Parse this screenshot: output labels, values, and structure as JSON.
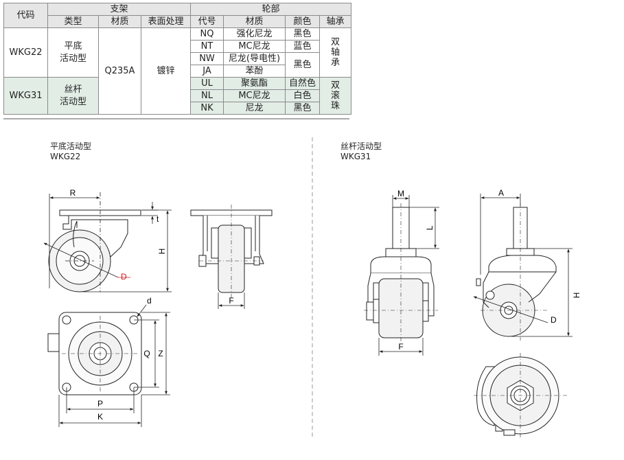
{
  "table": {
    "header": {
      "code": "代码",
      "bracket": "支架",
      "wheel": "轮部",
      "type": "类型",
      "material": "材质",
      "surface": "表面处理",
      "wheel_code": "代号",
      "wheel_material": "材质",
      "color": "颜色",
      "bearing": "轴承"
    },
    "groups": [
      {
        "code": "WKG22",
        "type_line1": "平底",
        "type_line2": "活动型",
        "bearing": "双轴承",
        "rows": [
          {
            "code": "NQ",
            "material": "强化尼龙",
            "color": "黑色"
          },
          {
            "code": "NT",
            "material": "MC尼龙",
            "color": "蓝色"
          },
          {
            "code": "NW",
            "material": "尼龙(导电性)",
            "color": "黑色"
          },
          {
            "code": "JA",
            "material": "苯酚",
            "color": "黑色"
          }
        ]
      },
      {
        "code": "WKG31",
        "type_line1": "丝杆",
        "type_line2": "活动型",
        "bearing": "双滚珠",
        "rows": [
          {
            "code": "UL",
            "material": "聚氨酯",
            "color": "自然色"
          },
          {
            "code": "NL",
            "material": "MC尼龙",
            "color": "白色"
          },
          {
            "code": "NK",
            "material": "尼龙",
            "color": "黑色"
          }
        ]
      }
    ],
    "bracket_material": "Q235A",
    "surface_treatment": "镀锌"
  },
  "drawings": {
    "left": {
      "title": "平底活动型",
      "code": "WKG22",
      "dims": {
        "R": "R",
        "t": "t",
        "H": "H",
        "D": "D",
        "F": "F",
        "d": "d",
        "Q": "Q",
        "Z": "Z",
        "P": "P",
        "K": "K"
      }
    },
    "right": {
      "title": "丝杆活动型",
      "code": "WKG31",
      "dims": {
        "M": "M",
        "L": "L",
        "A": "A",
        "H": "H",
        "D": "D",
        "F": "F"
      }
    }
  },
  "colors": {
    "line": "#222222",
    "dim_highlight": "#d01c1c",
    "header_bg": "#e6e6e6",
    "group2_bg": "#e2ede6",
    "light_fill": "#f2f2f2"
  }
}
